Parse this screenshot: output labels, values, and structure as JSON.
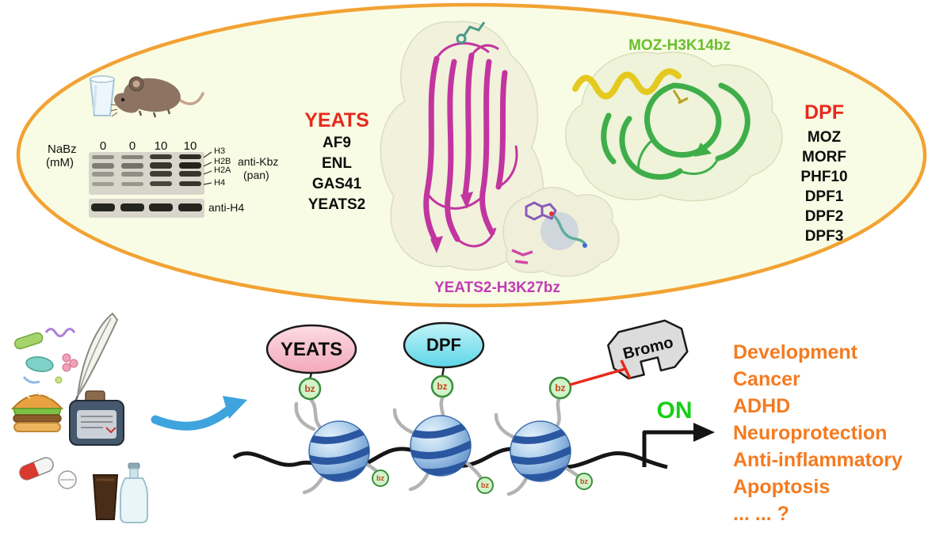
{
  "colors": {
    "ellipse_border": "#f2a233",
    "ellipse_fill": "#f8fce4",
    "title_red": "#e8291c",
    "moz_label_green": "#6abf2e",
    "yeats2_label_magenta": "#c13cb4",
    "outcomes_orange": "#f47b20",
    "on_green": "#17cf17",
    "yeats_bubble_pink": "#f2a8bb",
    "dpf_bubble_cyan": "#5cd6e8",
    "bz_circle_green": "#d2f3c9",
    "nucleosome_blue": "#6d9fd4"
  },
  "icons": {
    "glass": "water-glass-icon",
    "mouse": "mouse-icon",
    "microbes": "microbes-icon",
    "burger": "burger-icon",
    "pills": "pills-icon",
    "drinks": "drinks-icon",
    "quill_ink": "quill-ink-icon"
  },
  "blot": {
    "reagent": "NaBz",
    "unit": "(mM)",
    "lanes": [
      "0",
      "0",
      "10",
      "10"
    ],
    "bands": [
      "H3",
      "H2B",
      "H2A",
      "H4"
    ],
    "probe_top": "anti-Kbz",
    "probe_top_note": "(pan)",
    "probe_bottom": "anti-H4"
  },
  "yeats_family": {
    "title": "YEATS",
    "members": [
      "AF9",
      "ENL",
      "GAS41",
      "YEATS2"
    ]
  },
  "dpf_family": {
    "title": "DPF",
    "members": [
      "MOZ",
      "MORF",
      "PHF10",
      "DPF1",
      "DPF2",
      "DPF3"
    ]
  },
  "structures": {
    "moz_label": "MOZ-H3K14bz",
    "yeats2_label": "YEATS2-H3K27bz"
  },
  "pathway": {
    "yeats_reader": "YEATS",
    "dpf_reader": "DPF",
    "bromo_reader": "Bromo",
    "bz_mark": "bz",
    "on_label": "ON",
    "outcomes": [
      "Development",
      "Cancer",
      "ADHD",
      "Neuroprotection",
      "Anti-inflammatory",
      "Apoptosis",
      "... ... ?"
    ]
  }
}
